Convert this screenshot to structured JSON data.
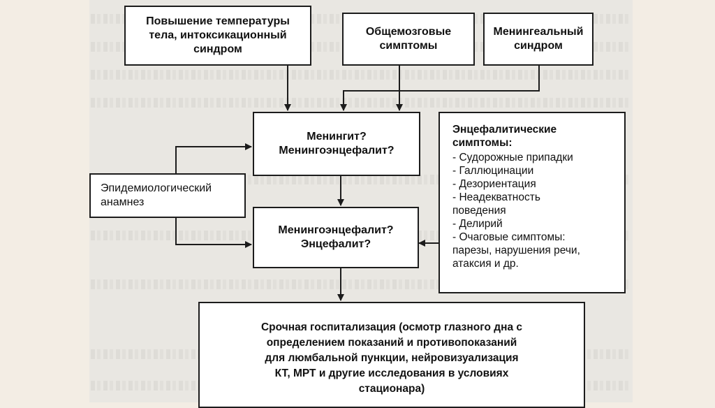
{
  "boxes": {
    "fever": "Повышение температуры\nтела, интоксикационный\nсиндром",
    "cerebral": "Общемозговые\nсимптомы",
    "meningeal": "Менингеальный\nсиндром",
    "meningitis": "Менингит?\nМенингоэнцефалит?",
    "epidemiology": "Эпидемиологический\nанамнез",
    "encephalitis": "Менингоэнцефалит?\nЭнцефалит?",
    "hospitalization": "Срочная госпитализация (осмотр глазного дна с\nопределением показаний и противопоказаний\nдля люмбальной пункции, нейровизуализация\nКТ, МРТ и другие исследования в условиях\nстационара)"
  },
  "encephalitic": {
    "title": "Энцефалитические\nсимптомы:",
    "items": [
      "- Судорожные припадки",
      "- Галлюцинации",
      "- Дезориентация",
      "- Неадекватность\n  поведения",
      "- Делирий",
      "- Очаговые симптомы:\n  парезы, нарушения речи,\n  атаксия и др."
    ]
  },
  "colors": {
    "stroke": "#1c1c1c",
    "slide_background": "#f3ede4",
    "scan_background": "#e9e7e2"
  }
}
